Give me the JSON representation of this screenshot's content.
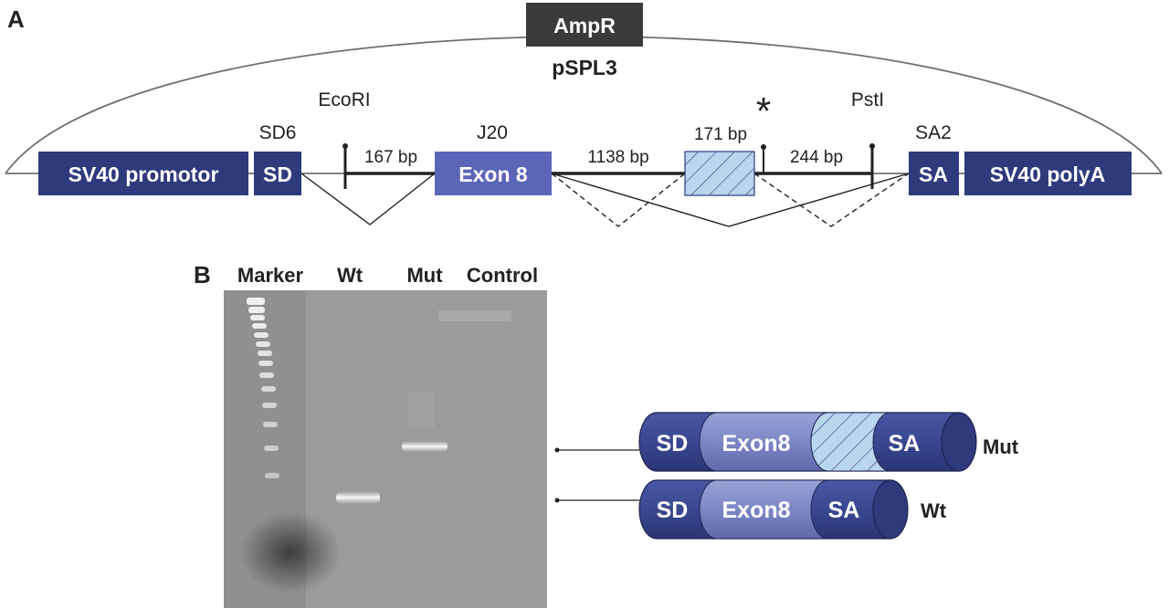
{
  "panel_a": {
    "label": "A",
    "ampr": "AmpR",
    "plasmid": "pSPL3",
    "sv40_promotor": "SV40 promotor",
    "sd_box": "SD",
    "sd_site": "SD6",
    "ecori": "EcoRI",
    "bp_167": "167 bp",
    "j20": "J20",
    "exon8": "Exon 8",
    "bp_1138": "1138 bp",
    "bp_171": "171 bp",
    "asterisk": "*",
    "psti": "PstI",
    "bp_244": "244 bp",
    "sa_site": "SA2",
    "sa_box": "SA",
    "sv40_polya": "SV40 polyA"
  },
  "panel_b": {
    "label": "B",
    "lanes": [
      "Marker",
      "Wt",
      "Mut",
      "Control"
    ],
    "mut_product": {
      "sd": "SD",
      "exon": "Exon8",
      "sa": "SA",
      "label": "Mut"
    },
    "wt_product": {
      "sd": "SD",
      "exon": "Exon8",
      "sa": "SA",
      "label": "Wt"
    }
  },
  "colors": {
    "dark_navy": "#2e3a7c",
    "exon_blue": "#5b66b8",
    "hatch_blue": "#b9d6ef",
    "ampr_gray": "#3a3a3a"
  }
}
